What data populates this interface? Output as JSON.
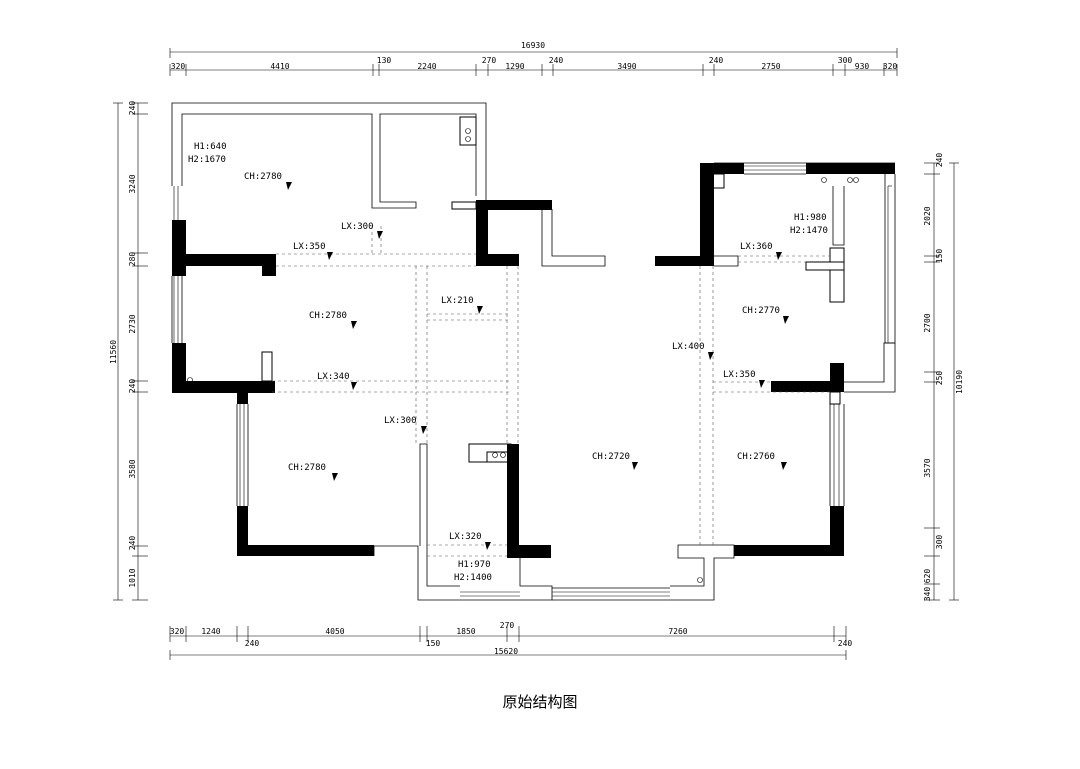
{
  "title": "原始结构图",
  "dimensions": {
    "top_total": "16930",
    "top_segments": [
      "320",
      "4410",
      "130",
      "2240",
      "270",
      "1290",
      "240",
      "3490",
      "240",
      "2750",
      "300",
      "930",
      "320"
    ],
    "bottom_total": "15620",
    "bottom_segments": [
      "320",
      "1240",
      "240",
      "4050",
      "150",
      "1850",
      "270",
      "7260",
      "240"
    ],
    "left_total": "11560",
    "left_segments": [
      "240",
      "3240",
      "280",
      "2730",
      "240",
      "3580",
      "240",
      "1010"
    ],
    "right_total": "10190",
    "right_segments": [
      "240",
      "2020",
      "150",
      "2700",
      "250",
      "3570",
      "300",
      "620",
      "340"
    ]
  },
  "rooms": [
    {
      "label": "H1:640"
    },
    {
      "label": "H2:1670"
    },
    {
      "label": "CH:2780"
    },
    {
      "label": "LX:300"
    },
    {
      "label": "LX:350"
    },
    {
      "label": "CH:2780"
    },
    {
      "label": "LX:210"
    },
    {
      "label": "LX:340"
    },
    {
      "label": "LX:300"
    },
    {
      "label": "CH:2780"
    },
    {
      "label": "LX:320"
    },
    {
      "label": "H1:970"
    },
    {
      "label": "H2:1400"
    },
    {
      "label": "CH:2720"
    },
    {
      "label": "LX:400"
    },
    {
      "label": "H1:980"
    },
    {
      "label": "H2:1470"
    },
    {
      "label": "LX:360"
    },
    {
      "label": "CH:2770"
    },
    {
      "label": "LX:350"
    },
    {
      "label": "CH:2760"
    }
  ]
}
